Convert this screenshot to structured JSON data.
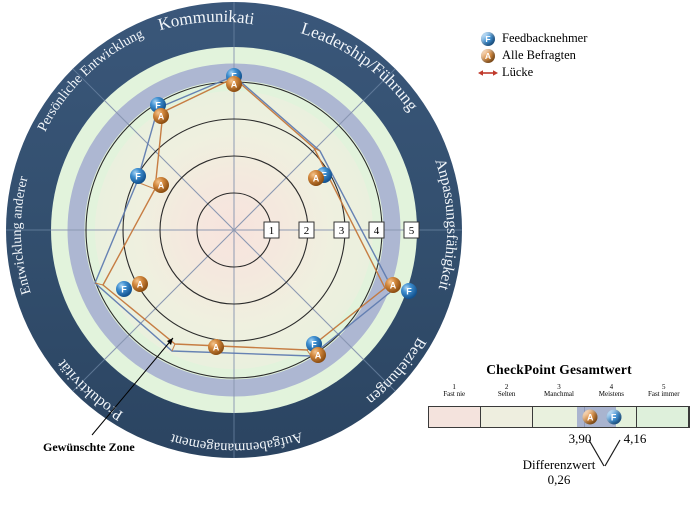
{
  "chart_data": {
    "type": "radar",
    "title": "",
    "categories": [
      "Leadership/Führung",
      "Anpassungsfähigkeit",
      "Beziehungen",
      "Aufgabenmanagement",
      "Produktivität",
      "Entwicklung anderer",
      "Persönliche Entwicklung",
      "Kommunikation"
    ],
    "scale_min": 1,
    "scale_max": 5,
    "scale_ticks": [
      "1",
      "2",
      "3",
      "4",
      "5"
    ],
    "desired_zone_label": "Gewünschte Zone",
    "desired_zone_range": [
      3.55,
      4.55
    ],
    "series": [
      {
        "name": "Feedbacknehmer",
        "key": "F",
        "color": "#3f8fd0",
        "values": [
          4.16,
          4.05,
          4.2,
          4.05,
          3.95,
          3.8,
          3.62,
          4.1
        ]
      },
      {
        "name": "Alle Befragten",
        "key": "A",
        "color": "#d2873c",
        "values": [
          4.12,
          3.98,
          4.05,
          3.98,
          3.92,
          3.92,
          3.3,
          3.98
        ]
      }
    ],
    "legend": [
      {
        "symbol": "F",
        "label": "Feedbacknehmer"
      },
      {
        "symbol": "A",
        "label": "Alle Befragten"
      },
      {
        "symbol": "arrow",
        "label": "Lücke"
      }
    ]
  },
  "legend": {
    "items": [
      {
        "symbol": "F",
        "label": "Feedbacknehmer"
      },
      {
        "symbol": "A",
        "label": "Alle Befragten"
      },
      {
        "symbol": "arrow",
        "label": "Lücke"
      }
    ]
  },
  "radar": {
    "sectors": [
      {
        "label": "Leadership/Führung"
      },
      {
        "label": "Anpassungsfähigkeit"
      },
      {
        "label": "Beziehungen"
      },
      {
        "label": "Aufgabenmanagement"
      },
      {
        "label": "Produktivität"
      },
      {
        "label": "Entwicklung anderer"
      },
      {
        "label": "Persönliche Entwicklung"
      },
      {
        "label": "Kommunikation"
      }
    ],
    "scale_labels": [
      "1",
      "2",
      "3",
      "4",
      "5"
    ],
    "annotation": "Gewünschte Zone"
  },
  "checkpoint": {
    "title": "CheckPoint Gesamtwert",
    "ticks": [
      {
        "number": "1",
        "word": "Fast nie"
      },
      {
        "number": "2",
        "word": "Selten"
      },
      {
        "number": "3",
        "word": "Manchmal"
      },
      {
        "number": "4",
        "word": "Meistens"
      },
      {
        "number": "5",
        "word": "Fast immer"
      }
    ],
    "marker_a": {
      "symbol": "A",
      "value": "3,90",
      "numeric": 3.9
    },
    "marker_f": {
      "symbol": "F",
      "value": "4,16",
      "numeric": 4.16
    },
    "difference_label": "Differenzwert",
    "difference_value": "0,26"
  },
  "colors": {
    "ring": "#34506f",
    "ring_dark": "#2c4664",
    "zone_green": "#e2f3dc",
    "band_blue": "#aab3d1",
    "center_pink": "#f6e6e1",
    "series_f": "#3f8fd0",
    "series_a": "#d2873c",
    "gap_arrow": "#c0392b"
  }
}
